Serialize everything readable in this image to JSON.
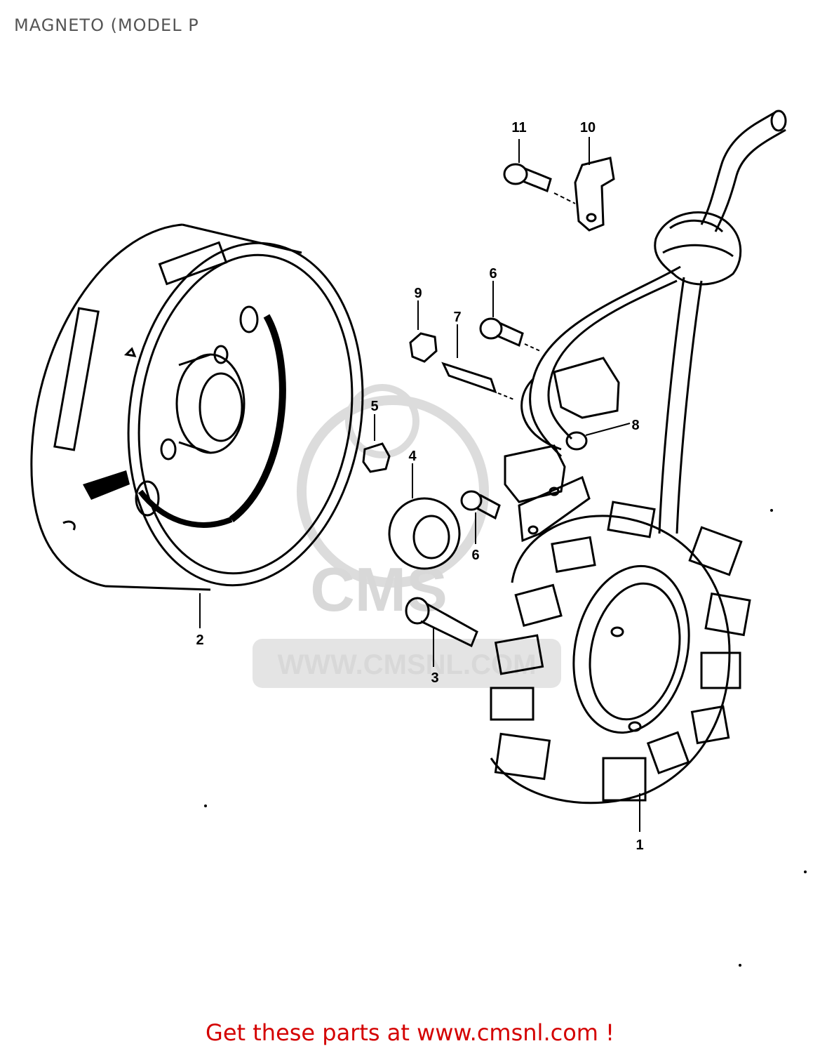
{
  "header": {
    "title": "MAGNETO (MODEL P"
  },
  "watermark": {
    "brand": "CMS",
    "url": "WWW.CMSNL.COM"
  },
  "callouts": {
    "c1": "1",
    "c2": "2",
    "c3": "3",
    "c4": "4",
    "c5": "5",
    "c6a": "6",
    "c6b": "6",
    "c7": "7",
    "c8": "8",
    "c9": "9",
    "c10": "10",
    "c11": "11"
  },
  "footer": {
    "link_text": "Get these parts at www.cmsnl.com !",
    "link_color": "#d40000"
  },
  "colors": {
    "line": "#000000",
    "watermark": "#d8d8d8",
    "title": "#555555"
  }
}
